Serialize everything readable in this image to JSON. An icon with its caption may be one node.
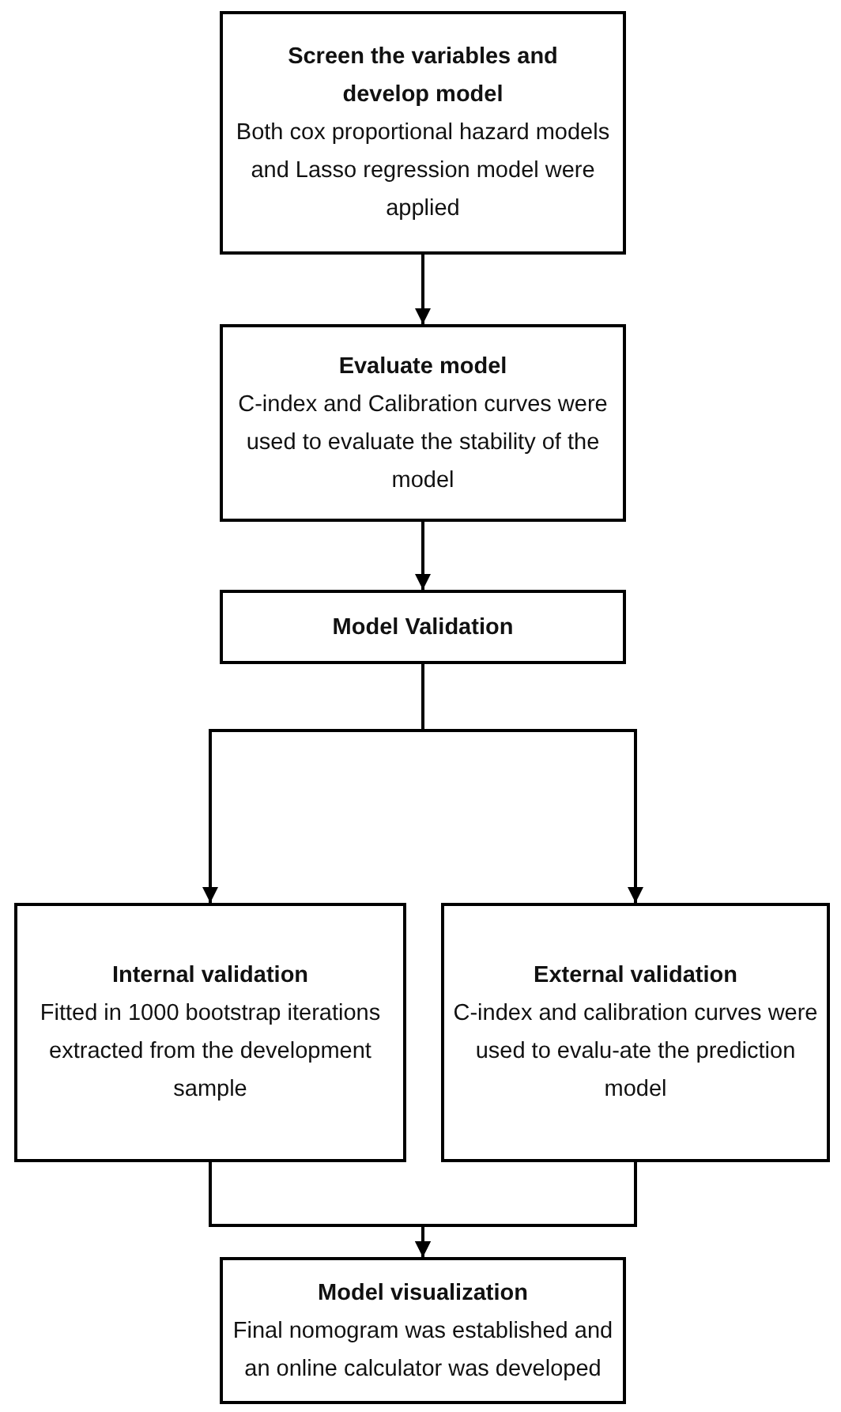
{
  "diagram": {
    "nodes": [
      {
        "text": [
          "Screen the variables and develop model",
          "Both cox proportional hazard models and Lasso regression model were applied"
        ]
      },
      {
        "text": [
          "Evaluate model",
          "C-index and Calibration curves were used to evaluate the stability of the model"
        ]
      },
      {
        "text": [
          "Model Validation"
        ]
      },
      {
        "text": [
          "Internal validation",
          "Fitted in 1000 bootstrap iterations extracted from the development sample"
        ]
      },
      {
        "text": [
          "External validation",
          "C-index and calibration curves were used to evalu-ate the prediction model"
        ]
      },
      {
        "text": [
          "Model visualization",
          "Final nomogram was established and an online calculator was developed"
        ]
      }
    ],
    "edges": [
      {
        "from": 0,
        "to": 1,
        "arrow": "to"
      },
      {
        "from": 1,
        "to": 2,
        "arrow": "to"
      },
      {
        "from": 2,
        "to": 3,
        "arrow": "to"
      },
      {
        "from": 2,
        "to": 4,
        "arrow": "to"
      },
      {
        "from": 3,
        "to": 5,
        "arrow": "to"
      },
      {
        "from": 4,
        "to": 5,
        "arrow": "to"
      }
    ]
  }
}
